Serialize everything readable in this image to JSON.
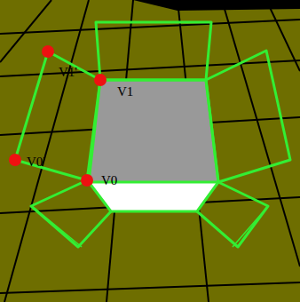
{
  "diagram": {
    "labels": [
      "V1'",
      "V1",
      "V0'",
      "V0"
    ]
  }
}
